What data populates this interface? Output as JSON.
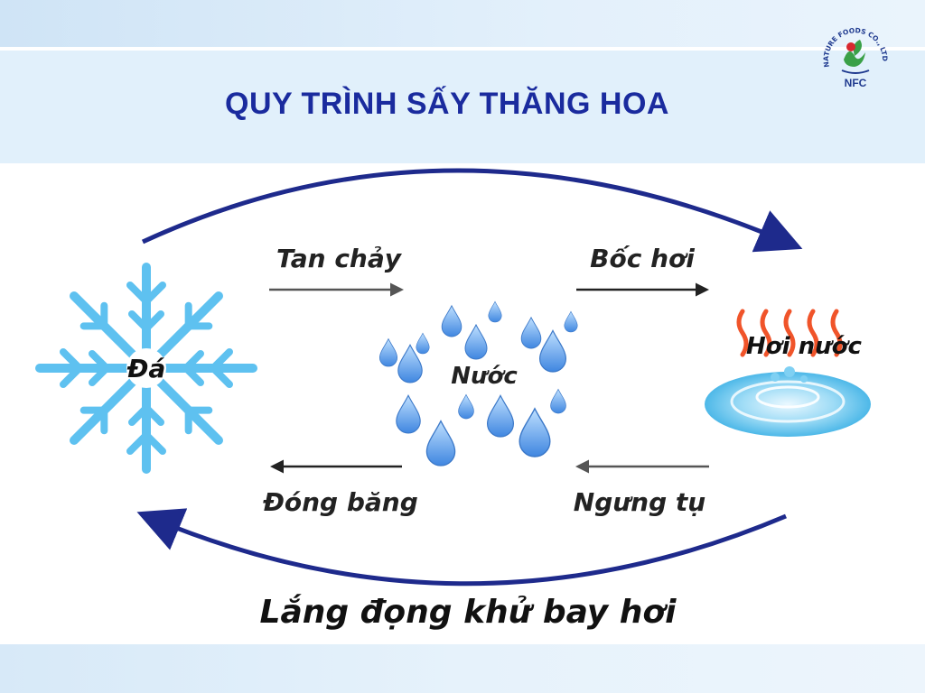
{
  "title": "QUY TRÌNH SẤY THĂNG HOA",
  "logo": {
    "arc_text": "NATURE FOODS CO., LTD",
    "mark": "NFC",
    "colors": {
      "navy": "#1f3a8f",
      "green": "#3aa047",
      "red": "#d8282f"
    }
  },
  "states": {
    "ice": "Đá",
    "water": "Nước",
    "vapor": "Hơi nước"
  },
  "transitions": {
    "melting": "Tan chảy",
    "evaporation": "Bốc hơi",
    "freezing": "Đóng băng",
    "condensation": "Ngưng tụ",
    "deposition": "Lắng đọng khử bay hơi"
  },
  "colors": {
    "title": "#1a2b9e",
    "cycle_arrow": "#1e2a8c",
    "snowflake": "#5ec1f0",
    "drop": "#4a90e2",
    "steam": "#f0542a",
    "pool": "#5bc2ec"
  }
}
